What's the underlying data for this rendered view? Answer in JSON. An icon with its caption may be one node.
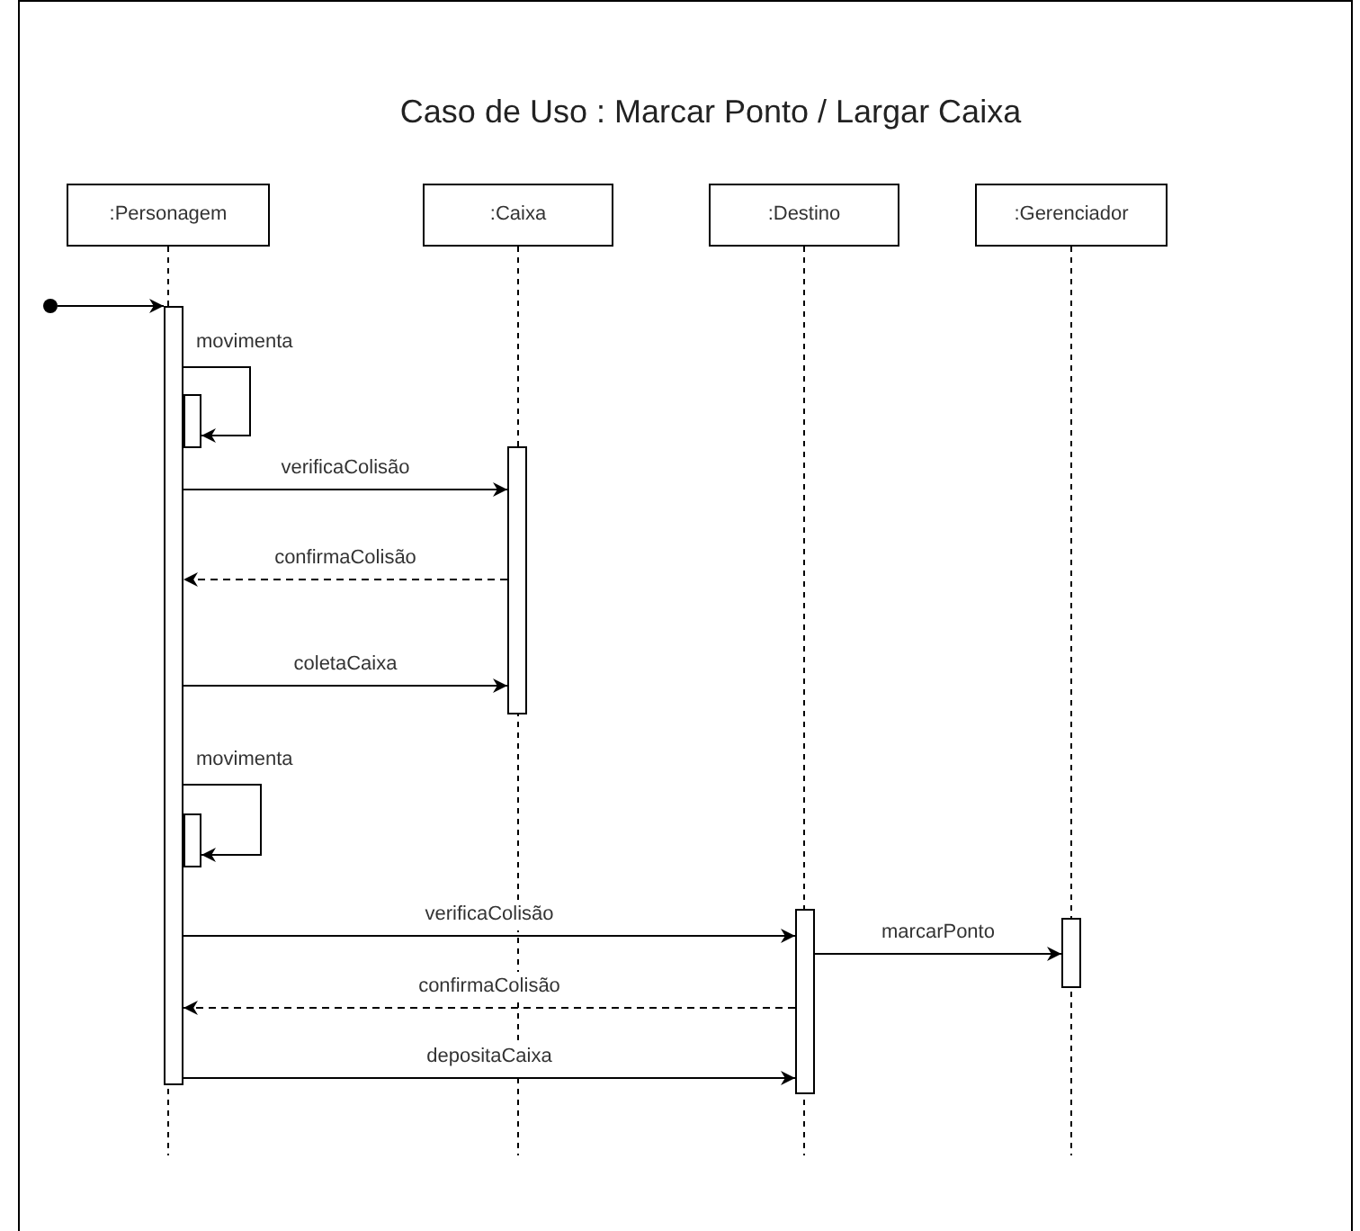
{
  "diagram": {
    "title": "Caso de Uso : Marcar Ponto / Largar Caixa",
    "nodes": [
      {
        "text": [
          ":Personagem"
        ]
      },
      {
        "text": [
          ":Caixa"
        ]
      },
      {
        "text": [
          ":Destino"
        ]
      },
      {
        "text": [
          ":Gerenciador"
        ]
      },
      {
        "text": [],
        "shape": "bar"
      },
      {
        "text": [],
        "shape": "bar"
      },
      {
        "text": [],
        "shape": "bar"
      },
      {
        "text": [],
        "shape": "bar"
      },
      {
        "text": [],
        "shape": "bar"
      },
      {
        "text": [],
        "shape": "bar"
      },
      {
        "text": [],
        "shape": "circle"
      }
    ],
    "edges": [
      {
        "from": 10,
        "to": 4,
        "arrow": "to"
      },
      {
        "from": 4,
        "to": 5,
        "arrow": "to",
        "label": "movimenta"
      },
      {
        "from": 4,
        "to": 6,
        "arrow": "to",
        "label": "verificaColisão"
      },
      {
        "from": 6,
        "to": 4,
        "arrow": "to",
        "label": "confirmaColisão",
        "style": "dashed"
      },
      {
        "from": 4,
        "to": 6,
        "arrow": "to",
        "label": "coletaCaixa"
      },
      {
        "from": 4,
        "to": 7,
        "arrow": "to",
        "label": "movimenta"
      },
      {
        "from": 4,
        "to": 8,
        "arrow": "to",
        "label": "verificaColisão"
      },
      {
        "from": 8,
        "to": 9,
        "arrow": "to",
        "label": "marcarPonto"
      },
      {
        "from": 8,
        "to": 4,
        "arrow": "to",
        "label": "confirmaColisão",
        "style": "dashed"
      },
      {
        "from": 4,
        "to": 8,
        "arrow": "to",
        "label": "depositaCaixa"
      }
    ]
  }
}
